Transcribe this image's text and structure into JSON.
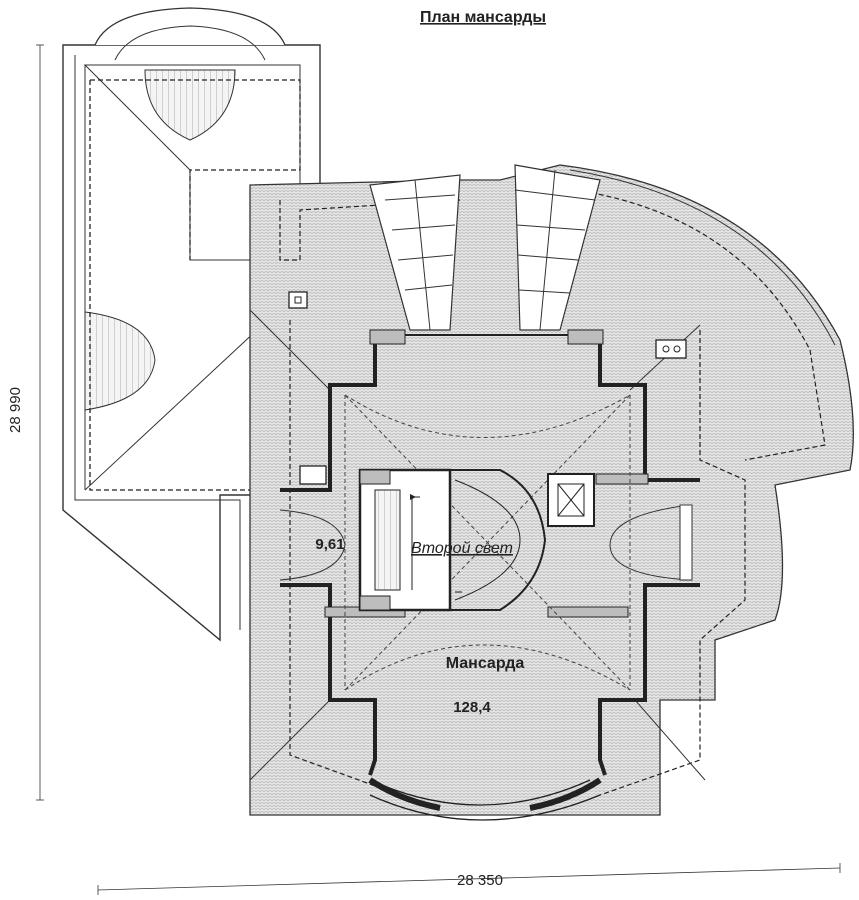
{
  "title": "План мансарды",
  "dimensions": {
    "height": "28 990",
    "width": "28 350"
  },
  "rooms": [
    {
      "area": "9,61"
    },
    {
      "name": "Второй свет"
    },
    {
      "name": "Мансарда",
      "area": "128,4"
    }
  ],
  "colors": {
    "line": "#333333",
    "roof_fill": "#e4e4e4",
    "wall_fill": "#bdbdbd"
  }
}
